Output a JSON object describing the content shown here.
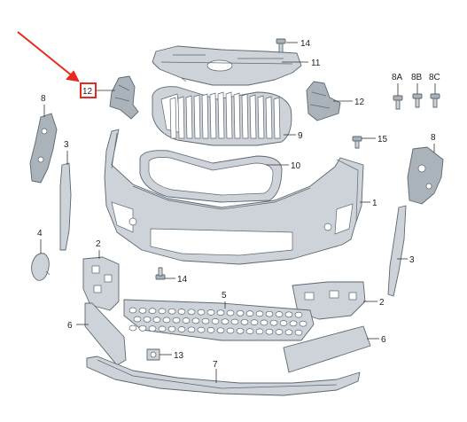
{
  "colors": {
    "highlight": "#e8291f",
    "part_fill": "#cdd3d9",
    "part_stroke": "#5d6770"
  },
  "labels": {
    "p1": "1",
    "p2a": "2",
    "p2b": "2",
    "p3a": "3",
    "p3b": "3",
    "p4": "4",
    "p5": "5",
    "p6a": "6",
    "p6b": "6",
    "p7": "7",
    "p8a": "8",
    "p8b": "8",
    "p8A": "8A",
    "p8B": "8B",
    "p8C": "8C",
    "p9": "9",
    "p10": "10",
    "p11": "11",
    "p12a": "12",
    "p12b": "12",
    "p13": "13",
    "p14a": "14",
    "p14b": "14",
    "p15": "15"
  },
  "highlighted_part": "12"
}
